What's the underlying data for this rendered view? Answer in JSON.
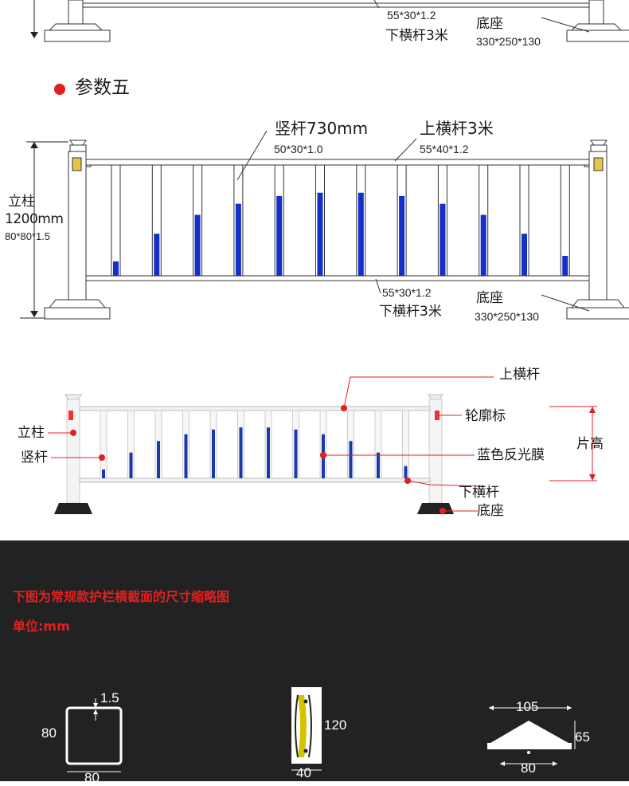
{
  "top_fragment": {
    "lower_rail_spec": "55*30*1.2",
    "lower_rail_label": "下横杆3米",
    "base_label": "底座",
    "base_spec": "330*250*130"
  },
  "param5": {
    "title": "参数五",
    "picket_label": "竖杆730mm",
    "picket_spec": "50*30*1.0",
    "upper_rail_label": "上横杆3米",
    "upper_rail_spec": "55*40*1.2",
    "post_label": "立柱",
    "post_height": "1200mm",
    "post_spec": "80*80*1.5",
    "lower_rail_spec": "55*30*1.2",
    "lower_rail_label": "下横杆3米",
    "base_label": "底座",
    "base_spec": "330*250*130",
    "picket_fills": [
      0.13,
      0.38,
      0.55,
      0.65,
      0.72,
      0.75,
      0.75,
      0.72,
      0.65,
      0.55,
      0.38,
      0.18
    ]
  },
  "photo_labels": {
    "upper_rail": "上横杆",
    "post": "立柱",
    "contour": "轮廓标",
    "picket": "竖杆",
    "reflective": "蓝色反光膜",
    "height": "片高",
    "lower_rail": "下横杆",
    "base": "底座"
  },
  "cross_section": {
    "heading": "下图为常规款护栏横截面的尺寸缩略图",
    "unit": "单位:mm",
    "square": {
      "thickness": "1.5",
      "height": "80",
      "width": "80"
    },
    "reflector": {
      "height": "120",
      "width": "40"
    },
    "cap": {
      "top_width": "105",
      "height": "65",
      "bottom_width": "80"
    }
  },
  "colors": {
    "accent_red": "#e02020",
    "film_blue": "#1530c8",
    "dark_bg": "#222222",
    "reflector_yellow": "#d4c400"
  }
}
